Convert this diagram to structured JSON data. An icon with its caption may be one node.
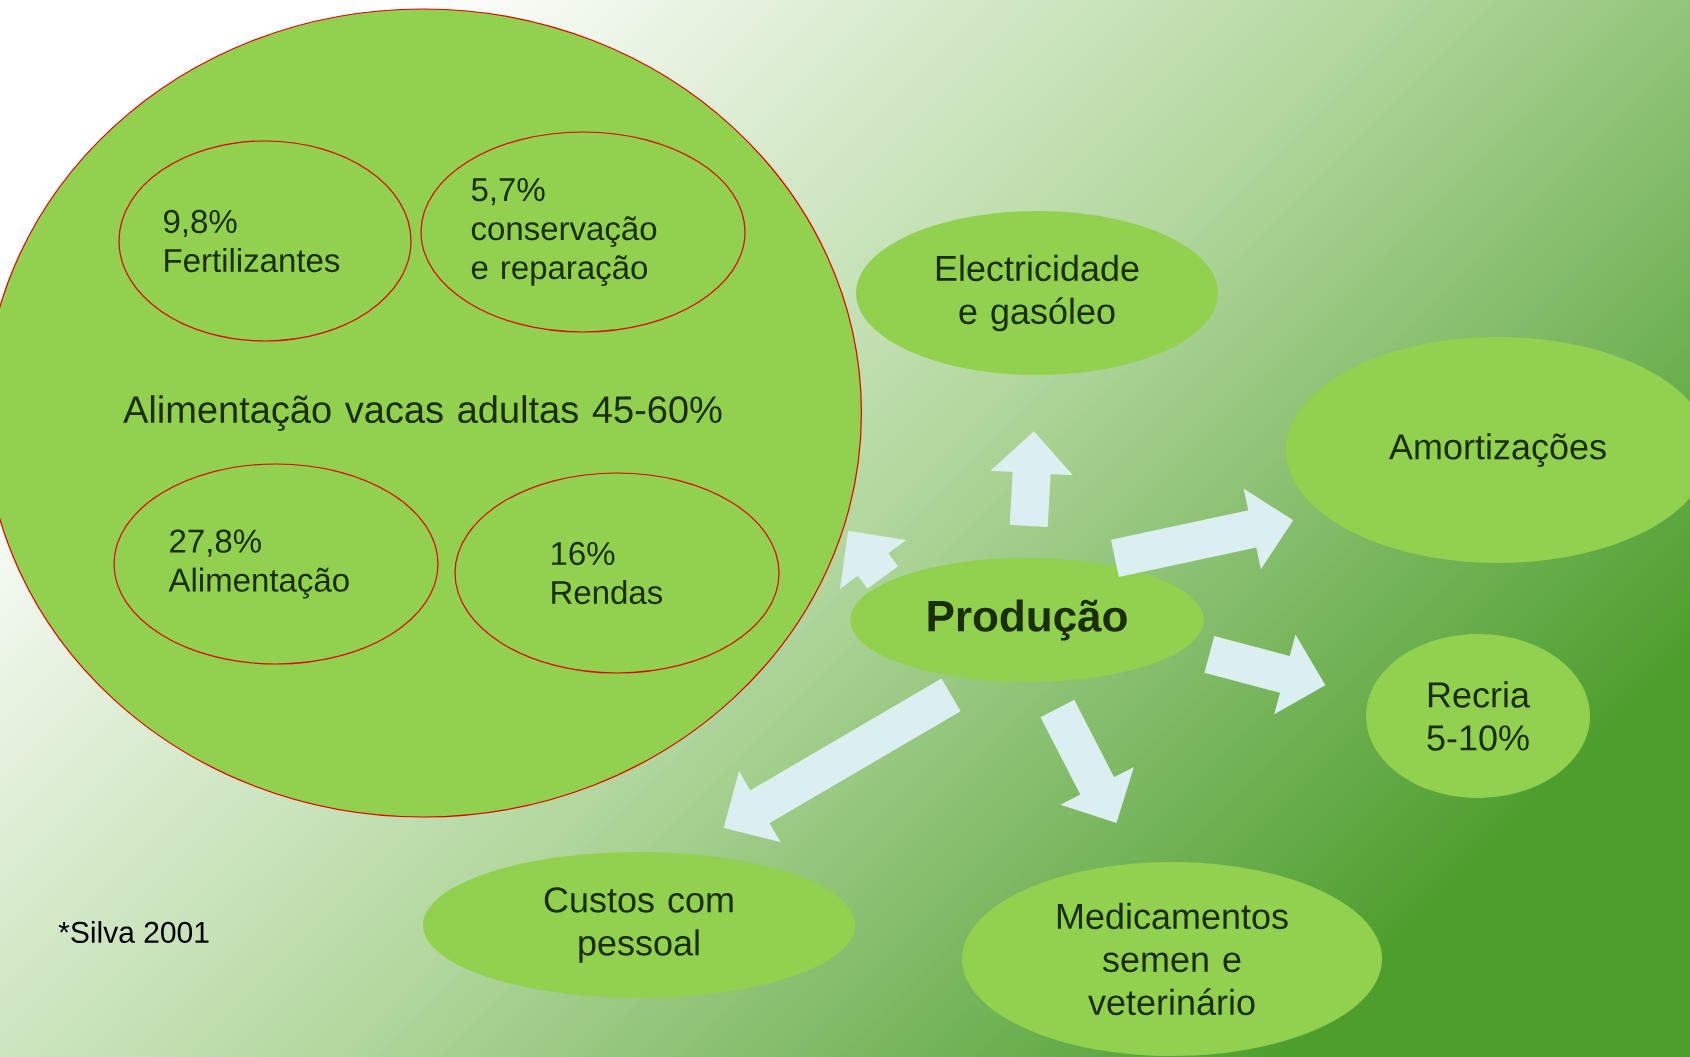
{
  "diagram": {
    "nodes": [
      {
        "text": [
          "Alimentação vacas adultas 45-60%"
        ]
      },
      {
        "text": [
          "9,8% Fertilizantes"
        ],
        "in": 0
      },
      {
        "text": [
          "5,7% conservação e reparação"
        ],
        "in": 0
      },
      {
        "text": [
          "27,8% Alimentação"
        ],
        "in": 0
      },
      {
        "text": [
          "16% Rendas"
        ],
        "in": 0
      },
      {
        "text": [
          "Produção"
        ]
      },
      {
        "text": [
          "Electricidade e gasóleo"
        ]
      },
      {
        "text": [
          "Amortizações"
        ]
      },
      {
        "text": [
          "Recria 5-10%"
        ]
      },
      {
        "text": [
          "Medicamentos semen e veterinário"
        ]
      },
      {
        "text": [
          "Custos com pessoal"
        ]
      }
    ],
    "edges": [
      {
        "from": 5,
        "to": 0,
        "arrow": "to"
      },
      {
        "from": 5,
        "to": 6,
        "arrow": "to"
      },
      {
        "from": 5,
        "to": 7,
        "arrow": "to"
      },
      {
        "from": 5,
        "to": 8,
        "arrow": "to"
      },
      {
        "from": 5,
        "to": 9,
        "arrow": "to"
      },
      {
        "from": 5,
        "to": 10,
        "arrow": "to"
      }
    ],
    "labels": [
      "*Silva 2001"
    ]
  }
}
